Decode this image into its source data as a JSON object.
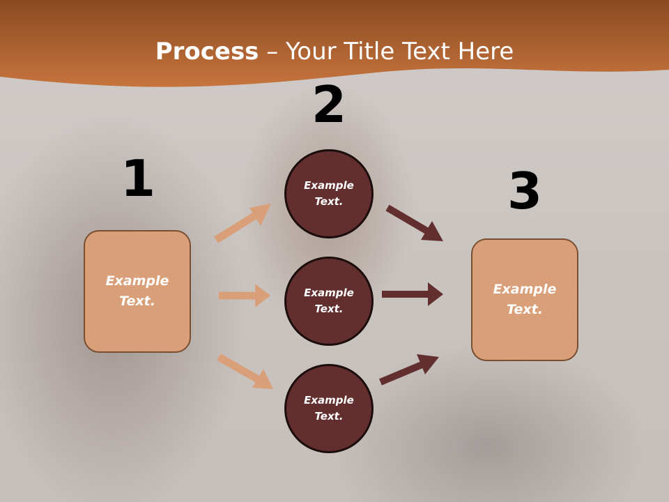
{
  "title": {
    "bold": "Process",
    "rest": " – Your Title Text Here"
  },
  "steps": [
    {
      "number": "1"
    },
    {
      "number": "2"
    },
    {
      "number": "3"
    }
  ],
  "nodes": {
    "left_box": {
      "line1": "Example",
      "line2": "Text."
    },
    "circle_top": {
      "line1": "Example",
      "line2": "Text."
    },
    "circle_mid": {
      "line1": "Example",
      "line2": "Text."
    },
    "circle_bottom": {
      "line1": "Example",
      "line2": "Text."
    },
    "right_box": {
      "line1": "Example",
      "line2": "Text."
    }
  },
  "colors": {
    "banner": "#c06a34",
    "box_fill": "#d99f78",
    "box_border": "#7a4e30",
    "circle_fill": "#622e2e",
    "arrow_light": "#d99f78",
    "arrow_dark": "#622e2e"
  }
}
